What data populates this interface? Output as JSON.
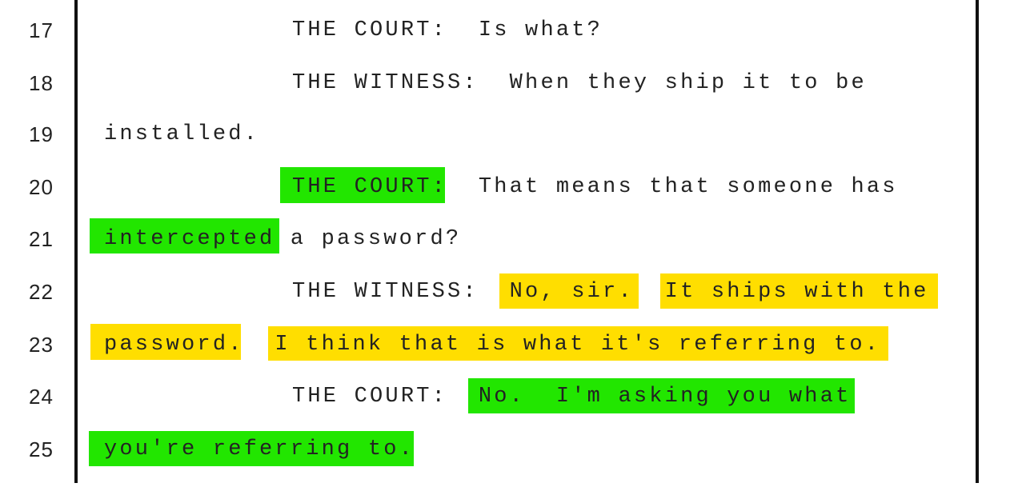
{
  "transcript": {
    "lines": [
      {
        "no": "17",
        "text": "THE COURT:  Is what?"
      },
      {
        "no": "18",
        "text": "THE WITNESS:  When they ship it to be"
      },
      {
        "no": "19",
        "text": "installed."
      },
      {
        "no": "20",
        "text": "THE COURT:  That means that someone has"
      },
      {
        "no": "21",
        "text": "intercepted a password?"
      },
      {
        "no": "22",
        "text": "THE WITNESS:  No, sir.  It ships with the"
      },
      {
        "no": "23",
        "text": "password.  I think that is what it's referring to."
      },
      {
        "no": "24",
        "text": "THE COURT:  No.  I'm asking you what"
      },
      {
        "no": "25",
        "text": "you're referring to."
      }
    ]
  },
  "highlight_colors": {
    "green": "#22e600",
    "yellow": "#ffde00"
  }
}
